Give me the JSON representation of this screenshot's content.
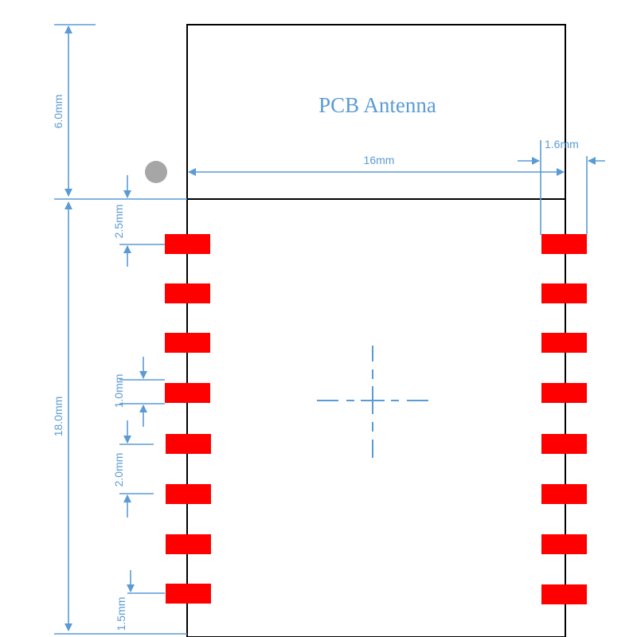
{
  "title": "PCB Antenna",
  "labels": {
    "antenna_height": "6.0mm",
    "module_width": "16mm",
    "pad_length": "1.6mm",
    "first_pad_offset": "2.5mm",
    "pad_width": "1.0mm",
    "pad_pitch": "2.0mm",
    "module_body_height": "18.0mm",
    "last_pad_offset": "1.5mm"
  },
  "pads": {
    "per_side": 8,
    "sides": [
      "left",
      "right"
    ]
  },
  "colors": {
    "dimension": "#5b9bd5",
    "pad": "#ff0000",
    "outline": "#000000",
    "pin1_marker": "#a6a6a6",
    "title": "#5b9bd5"
  }
}
